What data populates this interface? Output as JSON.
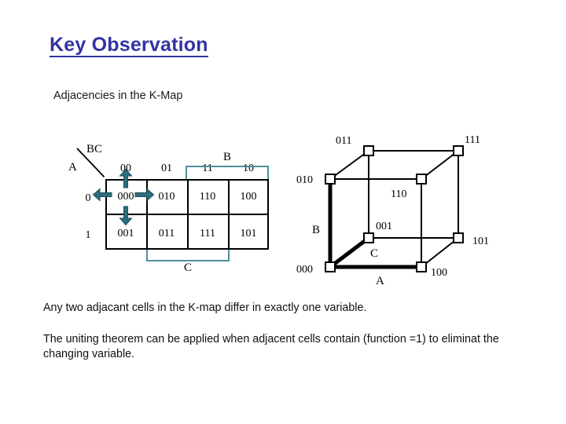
{
  "slide": {
    "title": "Key Observation",
    "subtitle": "Adjacencies in the K-Map",
    "title_color": "#3333A3",
    "accent_color": "#4e8e9b",
    "background": "#ffffff"
  },
  "kmap": {
    "corner_top_label": "BC",
    "corner_bottom_label": "A",
    "column_headers": [
      "00",
      "01",
      "11",
      "10"
    ],
    "row_headers": [
      "0",
      "1"
    ],
    "cells": [
      [
        "000",
        "010",
        "110",
        "100"
      ],
      [
        "001",
        "011",
        "111",
        "101"
      ]
    ],
    "bracket_b_label": "B",
    "bracket_c_label": "C",
    "arrows": [
      {
        "name": "arrow-left",
        "direction": "left"
      },
      {
        "name": "arrow-right",
        "direction": "right"
      },
      {
        "name": "arrow-up",
        "direction": "up"
      },
      {
        "name": "arrow-down",
        "direction": "down"
      }
    ]
  },
  "cube": {
    "vertices": [
      {
        "id": "000",
        "label": "000"
      },
      {
        "id": "100",
        "label": "100"
      },
      {
        "id": "010",
        "label": "010"
      },
      {
        "id": "110",
        "label": "110"
      },
      {
        "id": "001",
        "label": "001"
      },
      {
        "id": "101",
        "label": "101"
      },
      {
        "id": "011",
        "label": "011"
      },
      {
        "id": "111",
        "label": "111"
      }
    ],
    "axis_a": "A",
    "axis_b": "B",
    "axis_c": "C"
  },
  "body": {
    "paragraph1": "Any two adjacant cells in the K-map differ in exactly one variable.",
    "paragraph2": "The uniting theorem can be applied when adjacent cells contain (function =1) to eliminat the changing variable."
  }
}
